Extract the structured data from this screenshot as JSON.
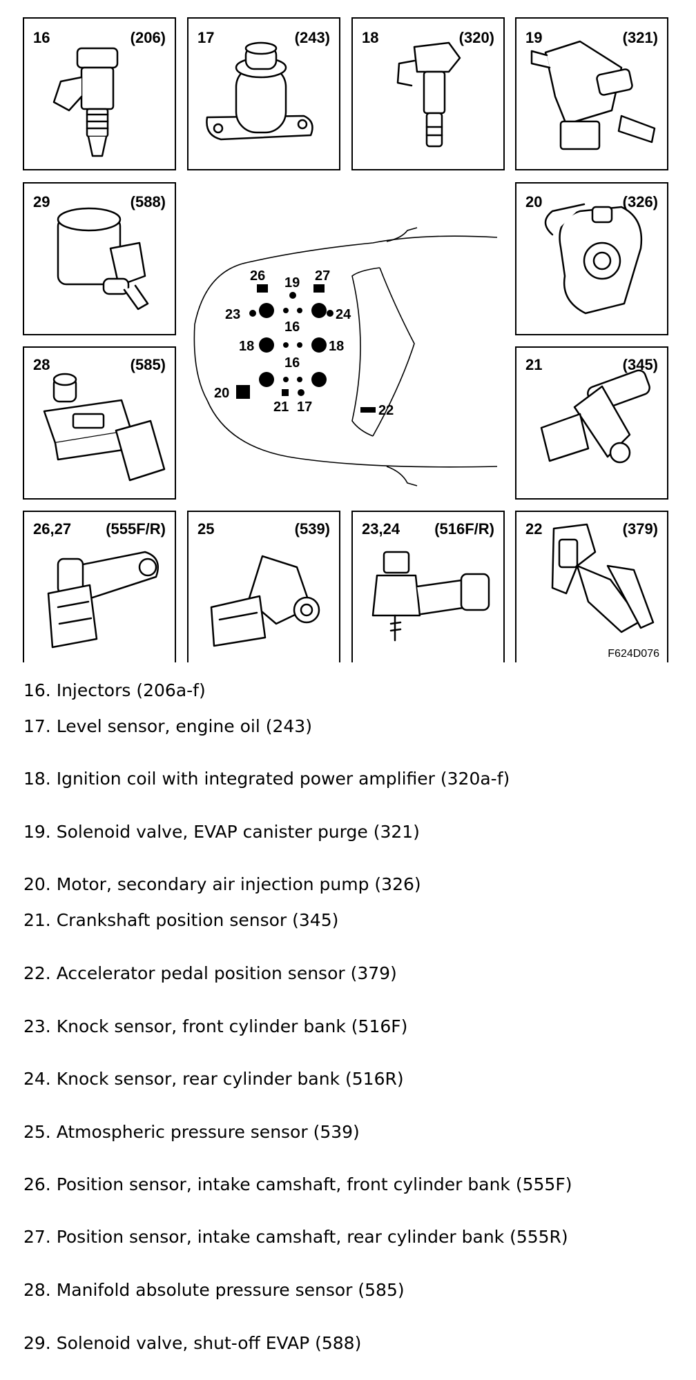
{
  "figure_code": "F624D076",
  "panels": [
    {
      "id": "16",
      "code": "(206)",
      "icon": "fuel-injector-icon"
    },
    {
      "id": "17",
      "code": "(243)",
      "icon": "oil-level-sensor-icon"
    },
    {
      "id": "18",
      "code": "(320)",
      "icon": "ignition-coil-icon"
    },
    {
      "id": "19",
      "code": "(321)",
      "icon": "purge-solenoid-icon"
    },
    {
      "id": "29",
      "code": "(588)",
      "icon": "shutoff-solenoid-icon"
    },
    {
      "id": "20",
      "code": "(326)",
      "icon": "air-pump-motor-icon"
    },
    {
      "id": "28",
      "code": "(585)",
      "icon": "map-sensor-icon"
    },
    {
      "id": "21",
      "code": "(345)",
      "icon": "crankshaft-sensor-icon"
    },
    {
      "id": "26,27",
      "code": "(555F/R)",
      "icon": "camshaft-sensor-icon"
    },
    {
      "id": "25",
      "code": "(539)",
      "icon": "atmospheric-sensor-icon"
    },
    {
      "id": "23,24",
      "code": "(516F/R)",
      "icon": "knock-sensor-icon"
    },
    {
      "id": "22",
      "code": "(379)",
      "icon": "accelerator-pedal-icon"
    }
  ],
  "engine_marks": {
    "m26": "26",
    "m19": "19",
    "m27": "27",
    "m23": "23",
    "m24": "24",
    "m16a": "16",
    "m18a": "18",
    "m18b": "18",
    "m16b": "16",
    "m20": "20",
    "m21": "21",
    "m17": "17",
    "m22": "22"
  },
  "legend": [
    "16. Injectors (206a-f)",
    "17. Level sensor, engine oil (243)",
    "18. Ignition coil with integrated power amplifier (320a-f)",
    "19. Solenoid valve, EVAP canister purge (321)",
    "20. Motor, secondary air injection pump (326)",
    "21. Crankshaft position sensor (345)",
    "22. Accelerator pedal position sensor (379)",
    "23. Knock sensor, front cylinder bank (516F)",
    "24. Knock sensor, rear cylinder bank (516R)",
    "25. Atmospheric pressure sensor (539)",
    "26. Position sensor, intake camshaft, front cylinder bank (555F)",
    "27. Position sensor, intake camshaft, rear cylinder bank (555R)",
    "28. Manifold absolute pressure sensor (585)",
    "29. Solenoid valve, shut-off EVAP (588)"
  ]
}
